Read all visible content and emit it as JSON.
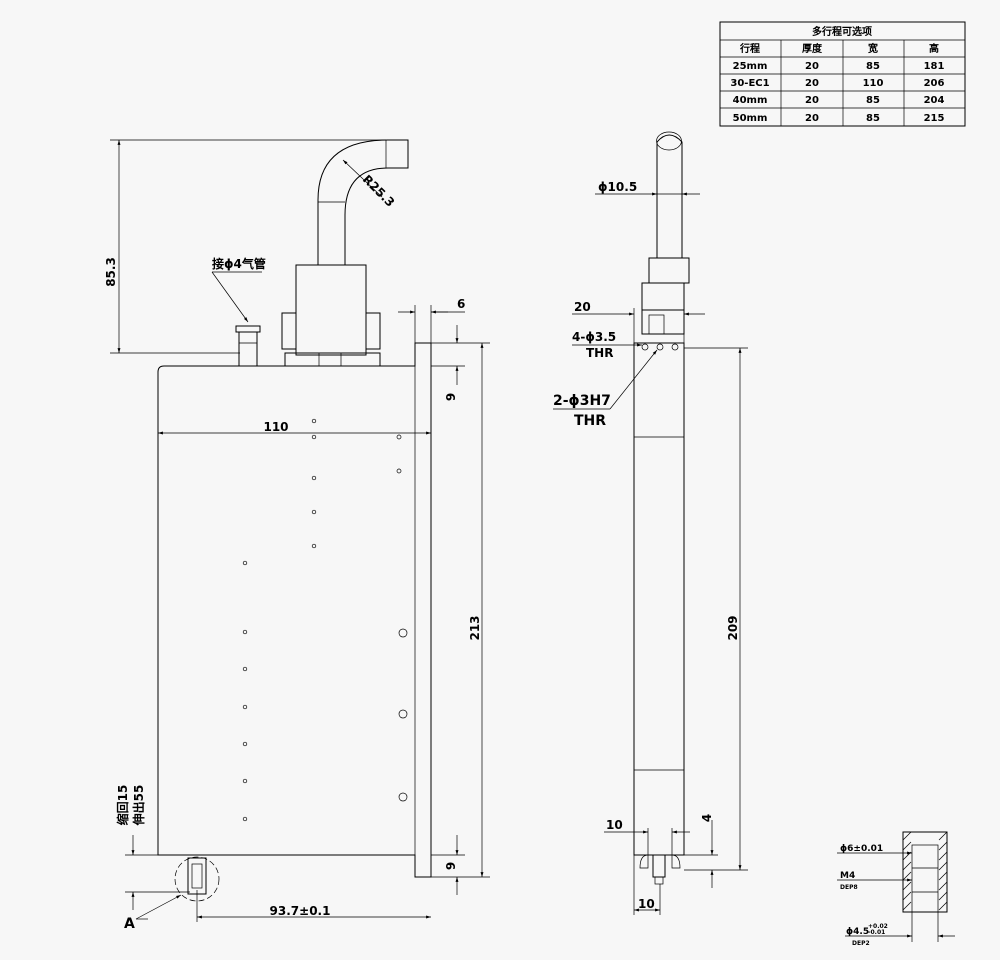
{
  "table": {
    "title": "多行程可选项",
    "headers": [
      "行程",
      "厚度",
      "宽",
      "高"
    ],
    "rows": [
      [
        "25mm",
        "20",
        "85",
        "181"
      ],
      [
        "30-EC1",
        "20",
        "110",
        "206"
      ],
      [
        "40mm",
        "20",
        "85",
        "204"
      ],
      [
        "50mm",
        "20",
        "85",
        "215"
      ]
    ]
  },
  "front": {
    "dim_height_top": "85.3",
    "dim_radius": "R25.3",
    "air_note": "接ϕ4气管",
    "dim_6": "6",
    "dim_9_top": "9",
    "dim_110": "110",
    "dim_213": "213",
    "dim_stroke_in": "缩回15",
    "dim_stroke_out": "伸出55",
    "dim_9_bottom": "9",
    "dim_93": "93.7±0.1",
    "detail_label": "A"
  },
  "side": {
    "dim_dia": "ϕ10.5",
    "dim_20": "20",
    "holes_4": "4-ϕ3.5",
    "holes_4_thr": "THR",
    "holes_2": "2-ϕ3H7",
    "holes_2_thr": "THR",
    "dim_209": "209",
    "dim_10_top": "10",
    "dim_4": "4",
    "dim_10_bottom": "10"
  },
  "detail": {
    "dia6": "ϕ6±0.01",
    "m4": "M4",
    "dep8": "DEP8",
    "dia45": "ϕ4.5",
    "tol_plus": "+0.02",
    "tol_minus": "-0.01",
    "dep2": "DEP2"
  }
}
